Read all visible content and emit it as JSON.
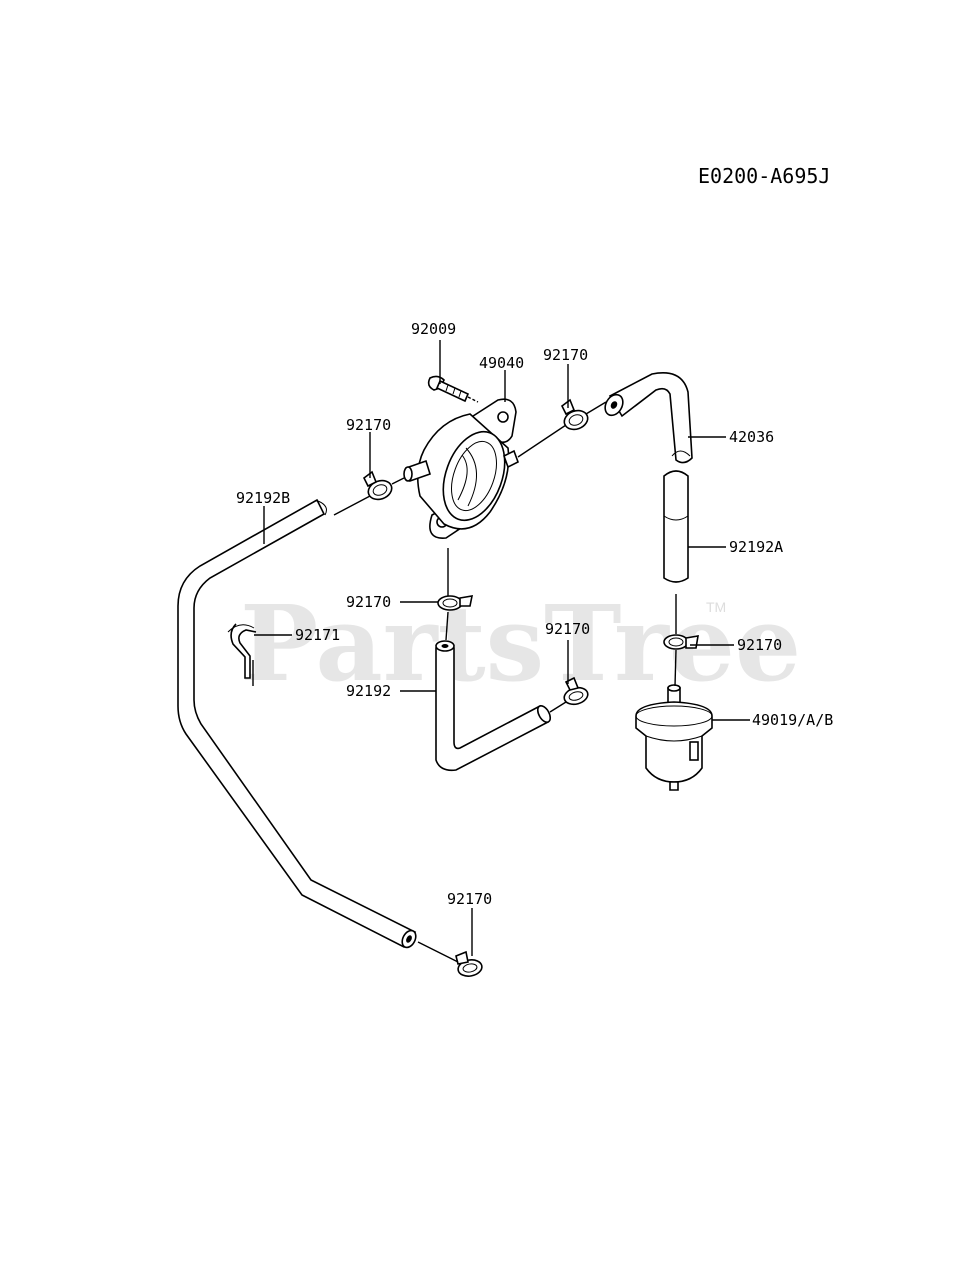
{
  "diagram_code": "E0200-A695J",
  "watermark": {
    "text": "PartsTree",
    "trademark": "TM"
  },
  "parts": {
    "bolt": "92009",
    "pump": "49040",
    "clamp_pump_right": "92170",
    "clamp_pump_left": "92170",
    "clamp_pump_bottom": "92170",
    "clamp_mid": "92170",
    "clamp_filter": "92170",
    "clamp_bottom": "92170",
    "hose_long": "92192B",
    "hose_top_right": "42036",
    "hose_right": "92192A",
    "hose_bottom": "92192",
    "clip": "92171",
    "filter": "49019/A/B"
  }
}
